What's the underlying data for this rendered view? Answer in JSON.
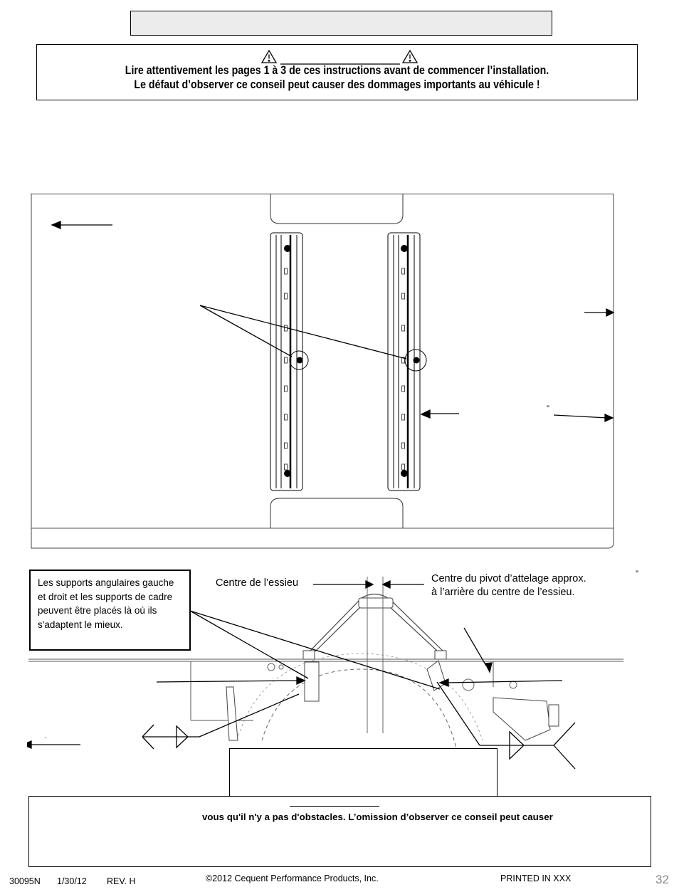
{
  "header": {
    "warning_line_1": "Lire attentivement les pages 1 à 3 de ces instructions avant de commencer l’installation.",
    "warning_line_2": "Le défaut d’observer ce conseil peut causer des dommages importants au véhicule !"
  },
  "diagram_top": {
    "quote_mark": "”"
  },
  "diagram_bottom": {
    "note": "Les supports angulaires gauche et droit et les supports de cadre peuvent être placés là où ils s'adaptent le mieux.",
    "axle_center_label": "Centre de l’essieu",
    "pivot_label_line_1": "Centre du pivot d’attelage approx.",
    "pivot_label_line_2": "à l’arrière du centre de l’essieu.",
    "quote_mark": "”",
    "dot_mark": "."
  },
  "bottom_note": {
    "text": "vous qu'il n'y a pas d'obstacles. L’omission d’observer ce conseil peut causer"
  },
  "footer": {
    "part_number": "30095N",
    "date": "1/30/12",
    "revision": "REV. H",
    "copyright": "©2012 Cequent Performance Products, Inc.",
    "printed": "PRINTED IN XXX",
    "page_number": "32"
  }
}
